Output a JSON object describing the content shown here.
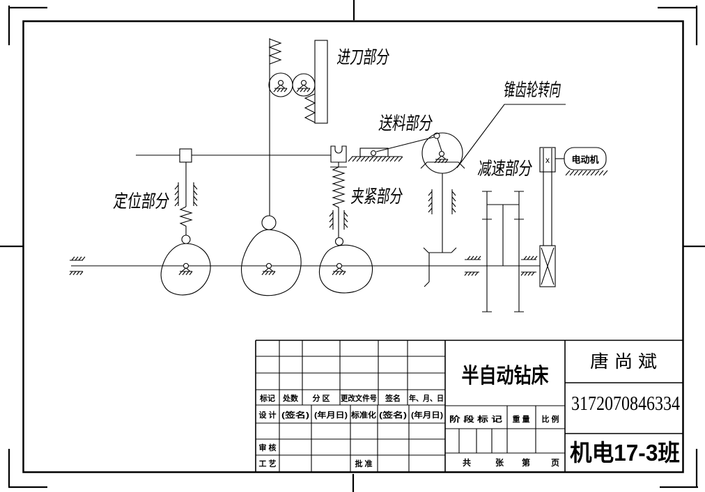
{
  "page": {
    "background": "#ffffff",
    "ink": "#000000"
  },
  "diagram_labels": {
    "feed": "进刀部分",
    "bevel_steering": "锥齿轮转向",
    "material_feed": "送料部分",
    "reduction": "减速部分",
    "motor": "电动机",
    "positioning": "定位部分",
    "clamping": "夹紧部分",
    "pulley_mark": "x"
  },
  "title_block": {
    "revision_headers": [
      "标记",
      "处数",
      "分 区",
      "更改文件号",
      "签名",
      "年、月、日"
    ],
    "design_row": [
      "设 计",
      "(签名)",
      "(年月日)",
      "标准化",
      "(签名)",
      "(年月日)"
    ],
    "audit_label": "审 核",
    "process_label": "工 艺",
    "approve_label": "批 准",
    "drawing_title": "半自动钻床",
    "stage_headers": [
      "阶 段 标 记",
      "重 量",
      "比 例"
    ],
    "sheet_words": [
      "共",
      "张",
      "第",
      "页"
    ],
    "author": "唐 尚 斌",
    "student_number": "3172070846334",
    "class_name": "机电17-3班"
  }
}
